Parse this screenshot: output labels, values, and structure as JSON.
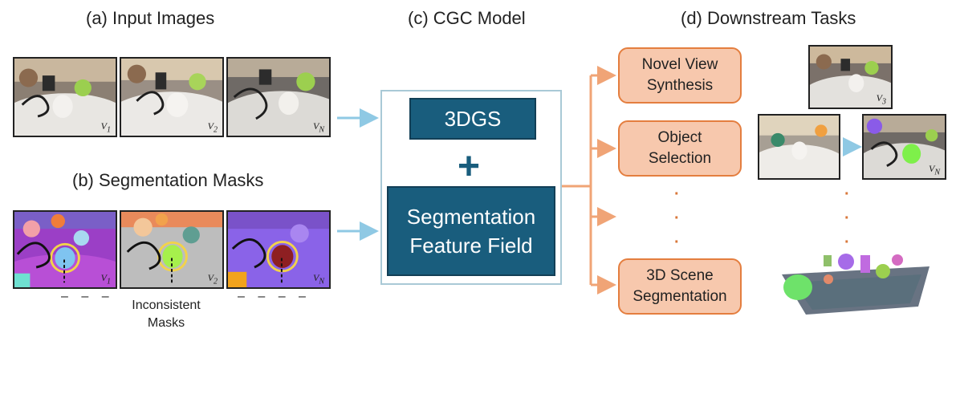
{
  "headings": {
    "input_images": "(a) Input Images",
    "segmentation_masks": "(b) Segmentation Masks",
    "cgc_model": "(c) CGC Model",
    "downstream_tasks": "(d) Downstream Tasks"
  },
  "view_labels": {
    "v1": "V",
    "v1_sub": "1",
    "v2": "V",
    "v2_sub": "2",
    "vn": "V",
    "vn_sub": "N"
  },
  "model": {
    "top_block": "3DGS",
    "plus": "+",
    "bottom_block_line1": "Segmentation",
    "bottom_block_line2": "Feature Field"
  },
  "tasks": [
    {
      "line1": "Novel View",
      "line2": "Synthesis"
    },
    {
      "line1": "Object",
      "line2": "Selection"
    },
    {
      "line1": "3D Scene",
      "line2": "Segmentation"
    }
  ],
  "mask_note": {
    "line1": "Inconsistent",
    "line2": "Masks"
  },
  "colors": {
    "model_blue": "#195d7d",
    "task_fill": "#f7c8ad",
    "task_border": "#e47e3f",
    "arrow_orange": "#f0a476",
    "arrow_blue": "#8fc9e4",
    "highlight_circle": "#f2d34a"
  }
}
